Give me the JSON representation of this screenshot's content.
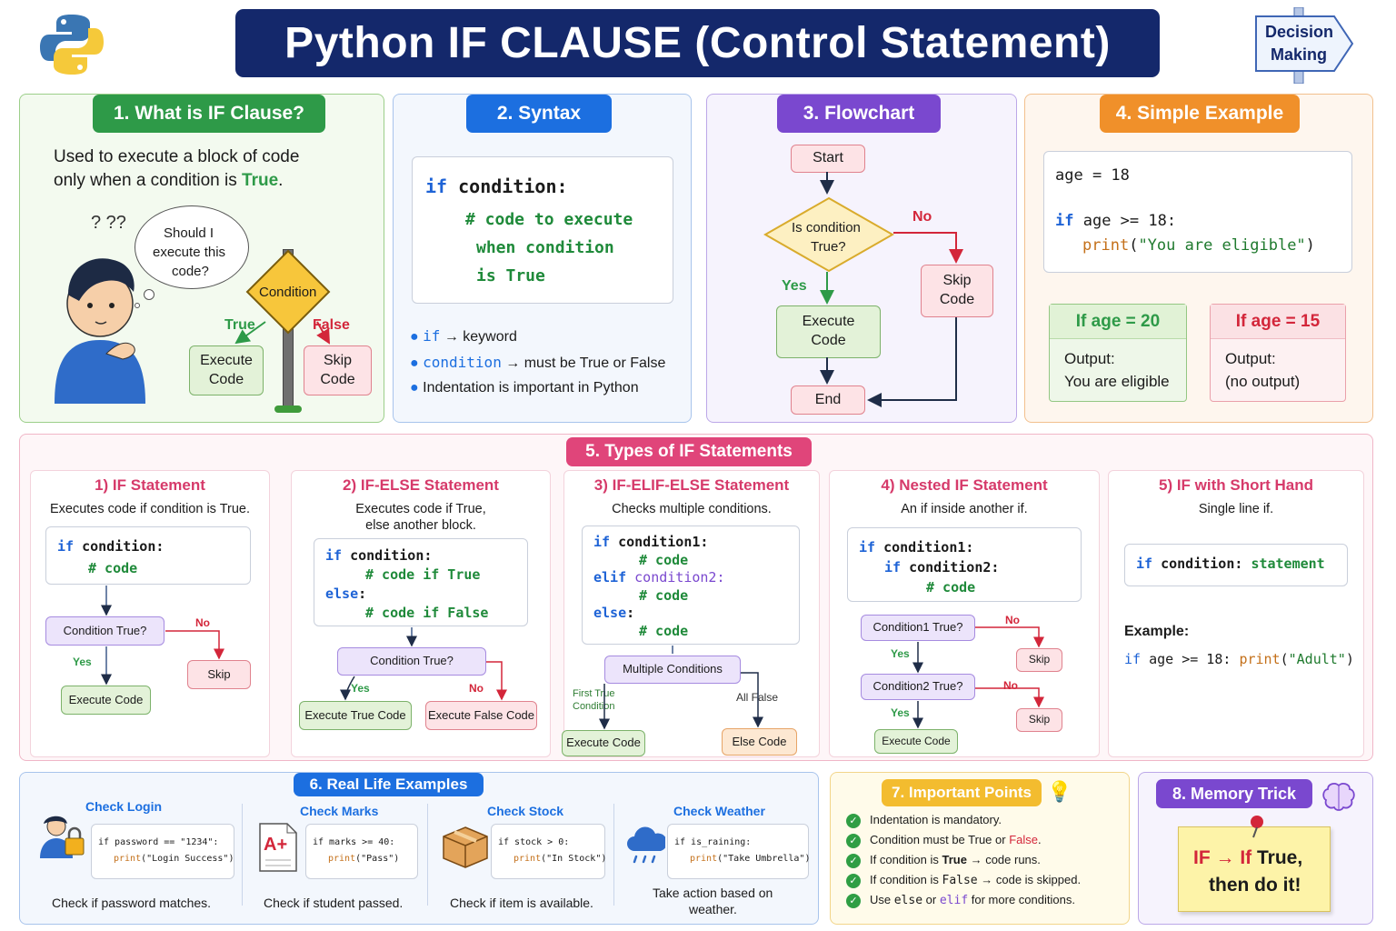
{
  "header": {
    "title": "Python IF CLAUSE (Control Statement)",
    "badge_line1": "Decision",
    "badge_line2": "Making"
  },
  "s1": {
    "title": "1. What is IF Clause?",
    "text_a": "Used to execute a block of code",
    "text_b_pre": "only when a condition is ",
    "text_b_true": "True",
    "text_b_dot": ".",
    "bubble": [
      "Should I",
      "execute this",
      "code?"
    ],
    "question_marks": "? ??",
    "sign": "Condition",
    "true_label": "True",
    "false_label": "False",
    "execute": [
      "Execute",
      "Code"
    ],
    "skip": [
      "Skip",
      "Code"
    ]
  },
  "s2": {
    "title": "2. Syntax",
    "code_if": "if",
    "code_cond": " condition:",
    "code_c1": "# code to execute",
    "code_c2": "when condition",
    "code_c3": "is True",
    "bullets": [
      {
        "key": "if",
        "rest": " → keyword"
      },
      {
        "key": "condition",
        "rest": " → must be True or False"
      },
      {
        "key": "",
        "rest": "Indentation is important in Python"
      }
    ]
  },
  "s3": {
    "title": "3. Flowchart",
    "start": "Start",
    "decision": [
      "Is condition",
      "True?"
    ],
    "no": "No",
    "yes": "Yes",
    "skip": [
      "Skip",
      "Code"
    ],
    "execute": [
      "Execute",
      "Code"
    ],
    "end": "End"
  },
  "s4": {
    "title": "4. Simple Example",
    "line1": "age = 18",
    "line2_if": "if",
    "line2_rest": " age >= 18:",
    "line3_fn": "print",
    "line3_str": "\"You are eligible\"",
    "case1": {
      "head": "If age = 20",
      "label": "Output:",
      "value": "You are eligible"
    },
    "case2": {
      "head": "If age = 15",
      "label": "Output:",
      "value": "(no output)"
    }
  },
  "s5": {
    "title": "5. Types of IF Statements",
    "types": [
      {
        "title": "1) IF Statement",
        "desc": "Executes code if condition is True.",
        "decision": "Condition True?",
        "yes": "Yes",
        "no": "No",
        "a": "Execute Code",
        "b": "Skip"
      },
      {
        "title": "2) IF-ELSE Statement",
        "desc1": "Executes code if True,",
        "desc2": "else another block.",
        "decision": "Condition True?",
        "yes": "Yes",
        "no": "No",
        "a": "Execute True Code",
        "b": "Execute False Code"
      },
      {
        "title": "3) IF-ELIF-ELSE Statement",
        "desc": "Checks multiple conditions.",
        "decision": "Multiple Conditions",
        "l1a": "First True",
        "l1b": "Condition",
        "l2": "All False",
        "a": "Execute Code",
        "b": "Else Code"
      },
      {
        "title": "4) Nested IF Statement",
        "desc": "An if inside another if.",
        "d1": "Condition1 True?",
        "d2": "Condition2 True?",
        "yes": "Yes",
        "no": "No",
        "skip": "Skip",
        "a": "Execute Code"
      },
      {
        "title": "5) IF with Short Hand",
        "desc": "Single line if.",
        "example": "Example:"
      }
    ]
  },
  "s6": {
    "title": "6. Real Life Examples",
    "items": [
      {
        "title": "Check Login",
        "code1": "if password == \"1234\":",
        "code2_fn": "print",
        "code2_str": "(\"Login Success\")",
        "caption": "Check if password matches."
      },
      {
        "title": "Check Marks",
        "code1": "if marks >= 40:",
        "code2_fn": "print",
        "code2_str": "(\"Pass\")",
        "caption": "Check if student passed.",
        "icon_text": "A+"
      },
      {
        "title": "Check Stock",
        "code1": "if stock > 0:",
        "code2_fn": "print",
        "code2_str": "(\"In Stock\")",
        "caption": "Check if item is available."
      },
      {
        "title": "Check Weather",
        "code1": "if is_raining:",
        "code2_fn": "print",
        "code2_str": "(\"Take Umbrella\")",
        "caption1": "Take action based on",
        "caption2": "weather."
      }
    ]
  },
  "s7": {
    "title": "7. Important Points",
    "points": [
      "Indentation is mandatory.",
      "Condition must be True or False.",
      "If condition is True → code runs.",
      "If condition is False → code is skipped.",
      "Use else or elif for more conditions."
    ]
  },
  "s8": {
    "title": "8. Memory Trick",
    "line1a": "IF → If ",
    "line1b": "True,",
    "line2": "then do it!"
  },
  "colors": {
    "navy": "#14286b",
    "green": "#2e9a48",
    "blue": "#1c6fe0",
    "purple": "#7a48cf",
    "orange": "#f0902a",
    "pink": "#e0457a"
  }
}
